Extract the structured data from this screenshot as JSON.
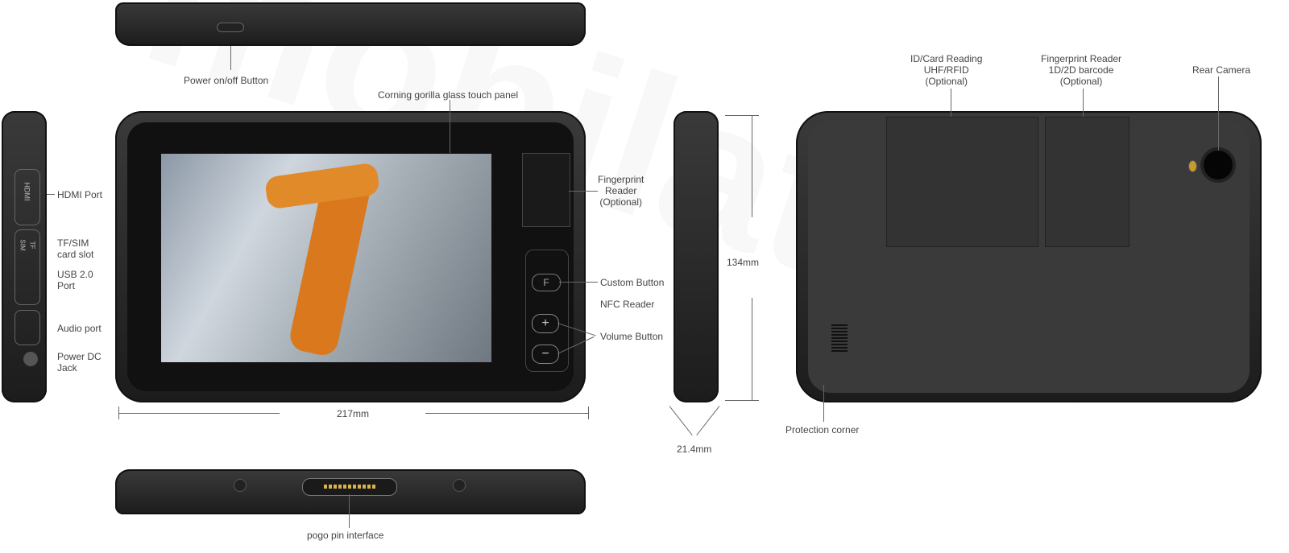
{
  "watermark": "mobilator.pl™",
  "labels": {
    "power_button": "Power on/off Button",
    "glass": "Corning gorilla glass touch panel",
    "hdmi": "HDMI Port",
    "tf_sim_1": "TF/SIM",
    "tf_sim_2": "card slot",
    "usb_1": "USB 2.0",
    "usb_2": "Port",
    "audio": "Audio port",
    "dc_1": "Power DC",
    "dc_2": "Jack",
    "fp_front_1": "Fingerprint",
    "fp_front_2": "Reader",
    "fp_front_3": "(Optional)",
    "custom": "Custom Button",
    "nfc": "NFC Reader",
    "volume": "Volume Button",
    "width": "217mm",
    "height": "134mm",
    "depth": "21.4mm",
    "id_card_1": "ID/Card Reading",
    "id_card_2": "UHF/RFID",
    "id_card_3": "(Optional)",
    "fp_back_1": "Fingerprint Reader",
    "fp_back_2": "1D/2D barcode",
    "fp_back_3": "(Optional)",
    "camera": "Rear Camera",
    "corner": "Protection corner",
    "pogo": "pogo pin interface"
  },
  "port_text": {
    "hdmi": "HDMI",
    "sim": "SIM",
    "tf": "TF",
    "f": "F",
    "plus": "+",
    "minus": "−"
  },
  "colors": {
    "body": "#2a2a2a",
    "screen_accent": "#e07a1f"
  }
}
